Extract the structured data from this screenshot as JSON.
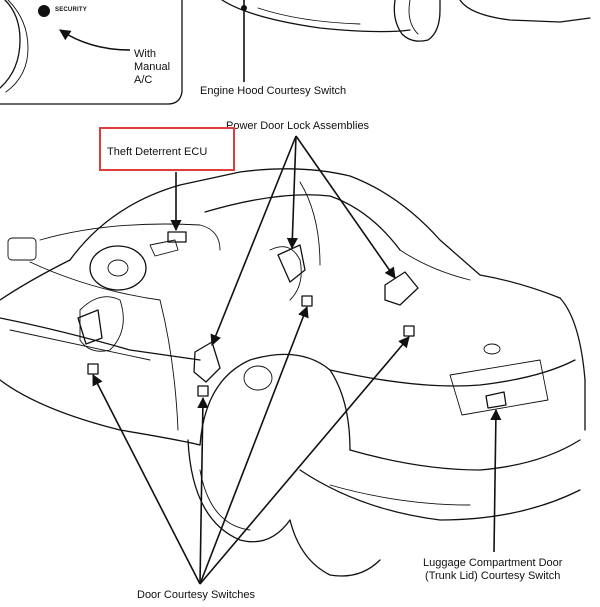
{
  "labels": {
    "engine_hood": "Engine Hood Courtesy Switch",
    "power_door_lock": "Power Door Lock Assemblies",
    "manual_ac_line1": "With",
    "manual_ac_line2": "Manual",
    "manual_ac_line3": "A/C",
    "security": "SECURITY",
    "theft_deterrent_ecu": "Theft Deterrent ECU",
    "door_courtesy": "Door Courtesy Switches",
    "trunk_line1": "Luggage Compartment Door",
    "trunk_line2": "(Trunk Lid) Courtesy Switch"
  },
  "colors": {
    "highlight": "#e03c3c",
    "ink": "#111111",
    "background": "#ffffff"
  }
}
